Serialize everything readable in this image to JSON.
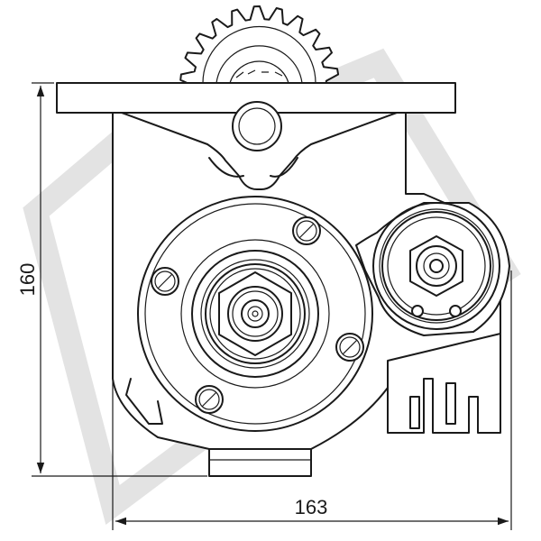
{
  "dimensions": {
    "height_label": "160",
    "width_label": "163"
  },
  "drawing": {
    "gear_teeth": 22,
    "stroke_color": "#1a1a1a",
    "watermark_color": "#d9d9d9"
  }
}
